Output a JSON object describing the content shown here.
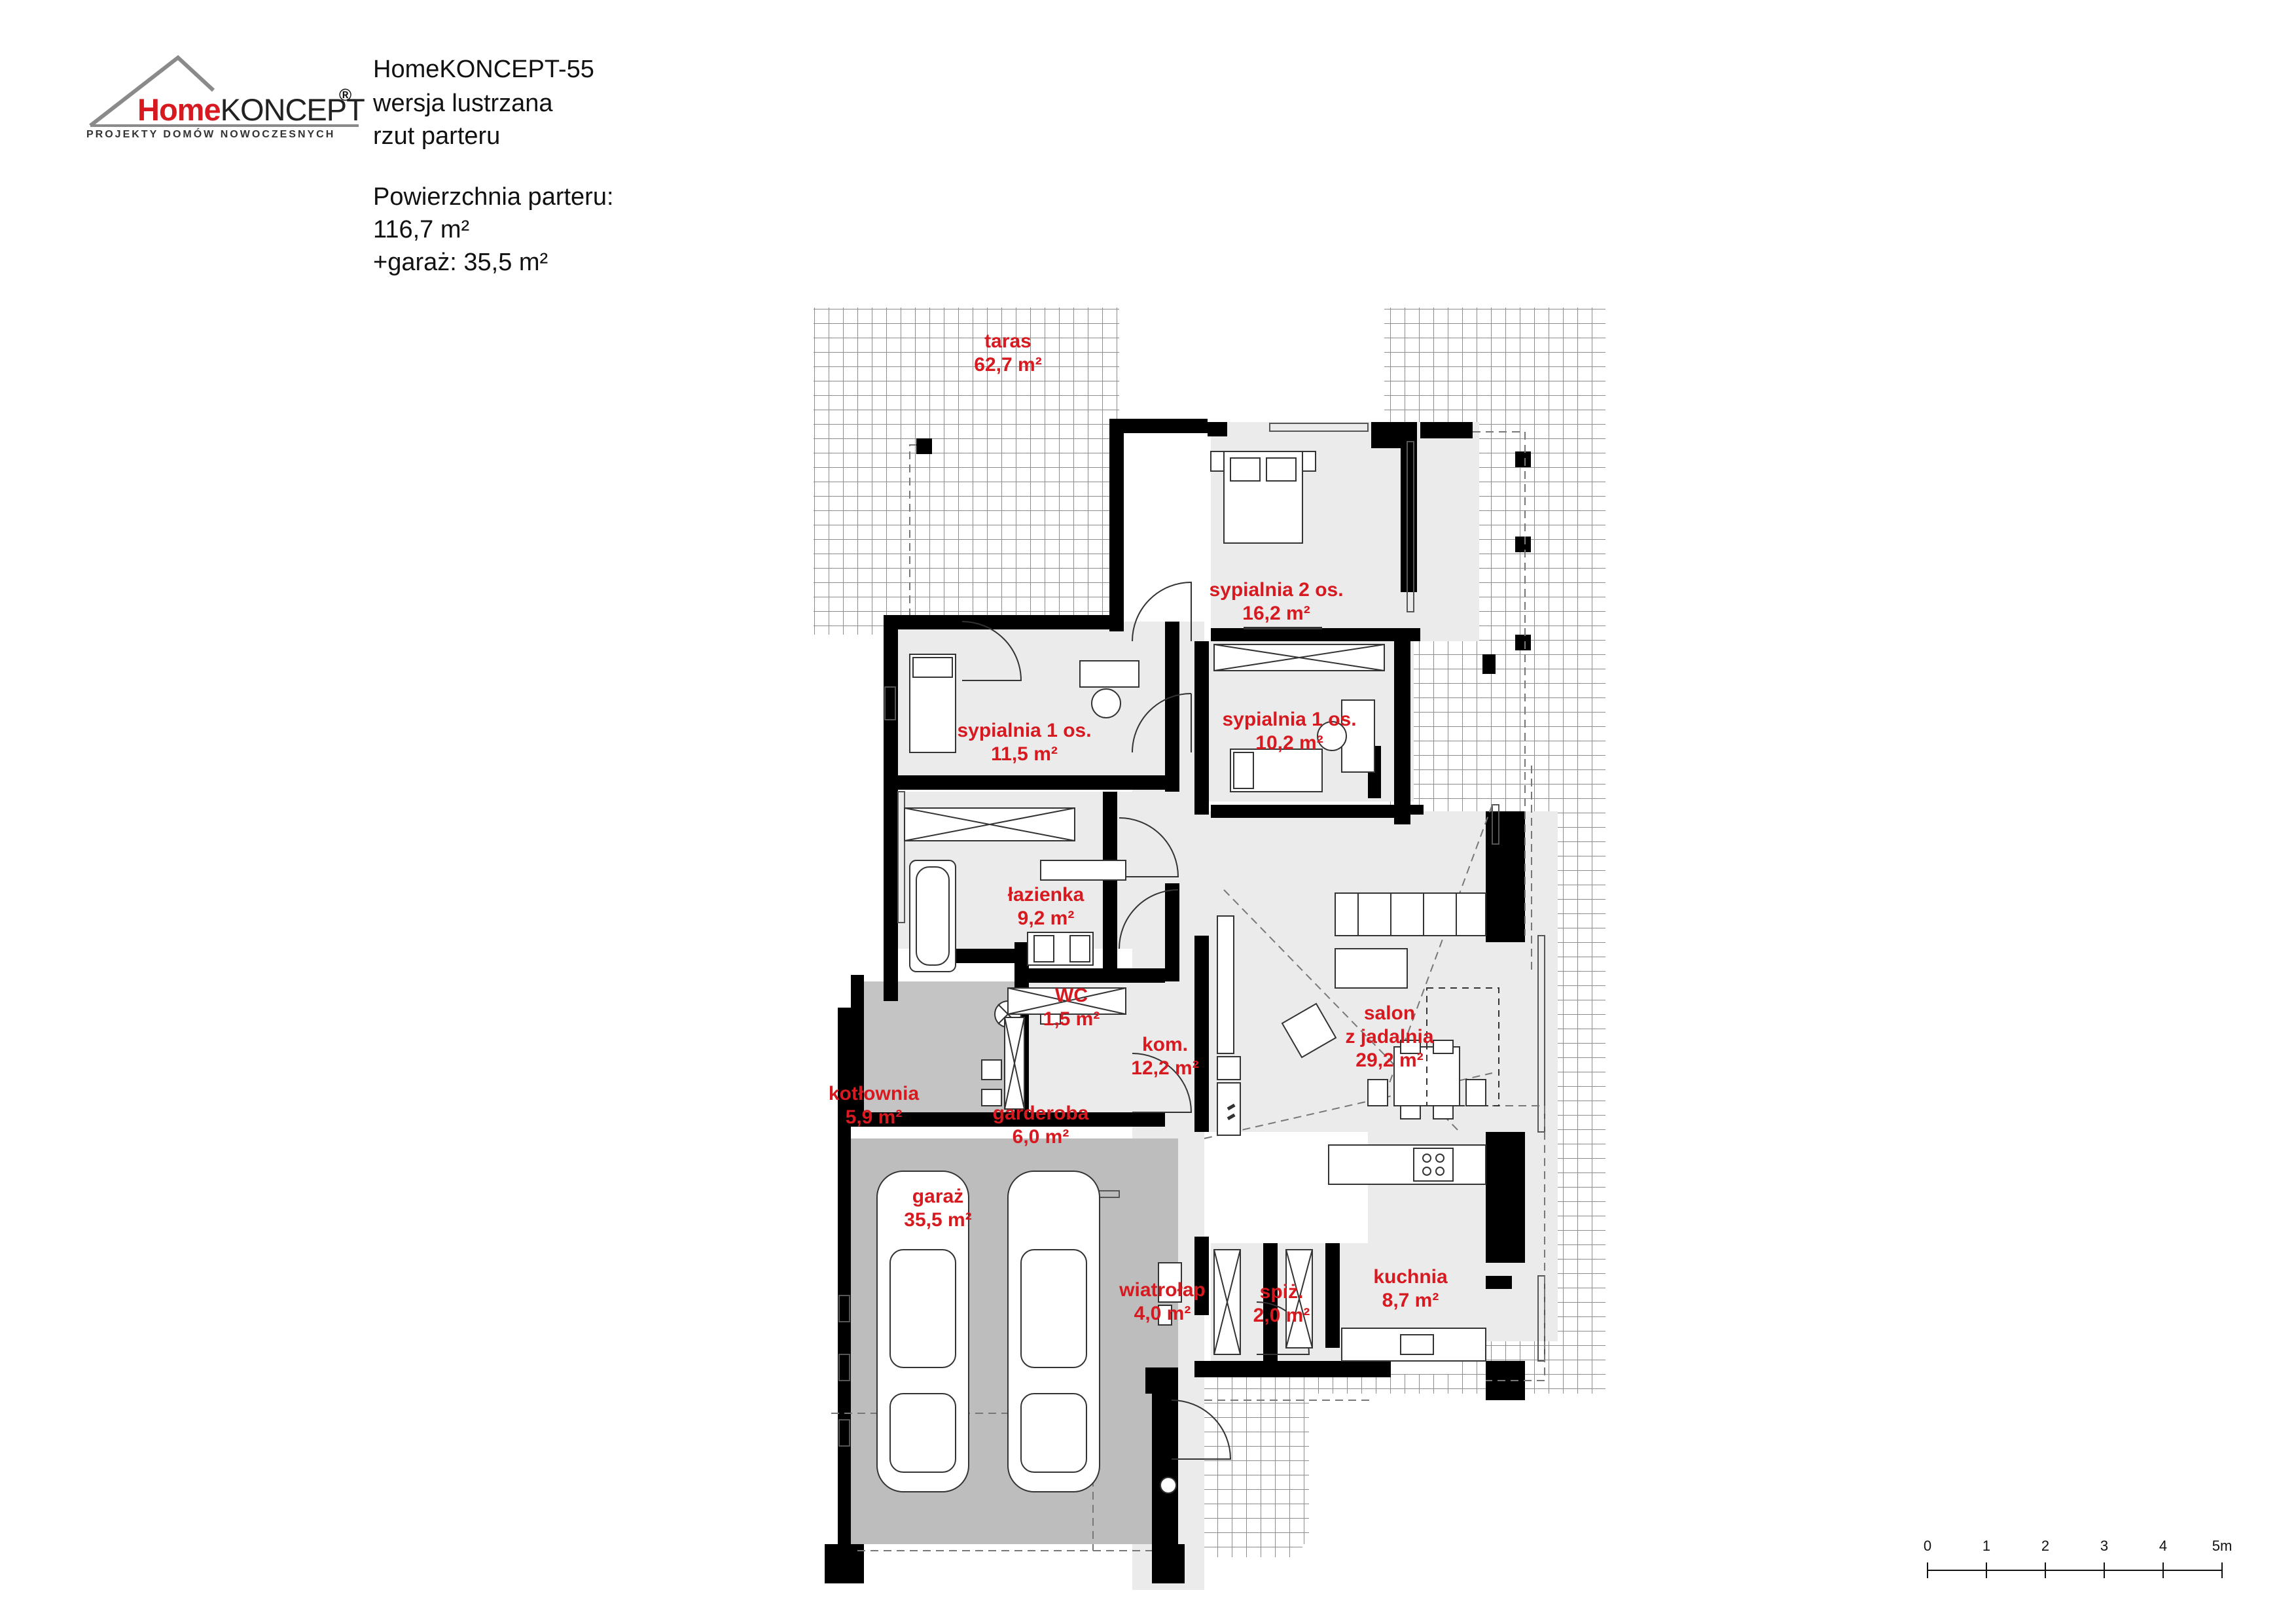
{
  "logo": {
    "brand_home": "Home",
    "brand_koncept": "KONCEPT",
    "registered": "®",
    "tagline": "PROJEKTY DOMÓW NOWOCZESNYCH"
  },
  "header": {
    "title": "HomeKONCEPT-55",
    "variant": "wersja lustrzana",
    "view": "rzut parteru",
    "area_label": "Powierzchnia parteru:",
    "area_value": "116,7 m²",
    "garage_value": "+garaż: 35,5 m²"
  },
  "rooms": {
    "taras": {
      "name": "taras",
      "area": "62,7 m²"
    },
    "sypialnia2": {
      "name": "sypialnia 2 os.",
      "area": "16,2 m²"
    },
    "sypialnia1a": {
      "name": "sypialnia 1 os.",
      "area": "11,5 m²"
    },
    "sypialnia1b": {
      "name": "sypialnia 1 os.",
      "area": "10,2 m²"
    },
    "lazienka": {
      "name": "łazienka",
      "area": "9,2 m²"
    },
    "wc": {
      "name": "WC",
      "area": "1,5 m²"
    },
    "kom": {
      "name": "kom.",
      "area": "12,2 m²"
    },
    "salon": {
      "name": "salon",
      "name2": "z jadalnia",
      "area": "29,2 m²"
    },
    "kotlownia": {
      "name": "kotłownia",
      "area": "5,9 m²"
    },
    "garderoba": {
      "name": "garderoba",
      "area": "6,0 m²"
    },
    "garaz": {
      "name": "garaż",
      "area": "35,5 m²"
    },
    "wiatrolap": {
      "name": "wiatrołap",
      "area": "4,0 m²"
    },
    "spiz": {
      "name": "spiż.",
      "area": "2,0 m²"
    },
    "kuchnia": {
      "name": "kuchnia",
      "area": "8,7 m²"
    }
  },
  "scale_bar": {
    "ticks": [
      "0",
      "1",
      "2",
      "3",
      "4",
      "5m"
    ]
  },
  "colors": {
    "label_red": "#d71920",
    "wall": "#000000",
    "floor_light": "#ebebeb",
    "floor_garage": "#bdbdbd"
  }
}
